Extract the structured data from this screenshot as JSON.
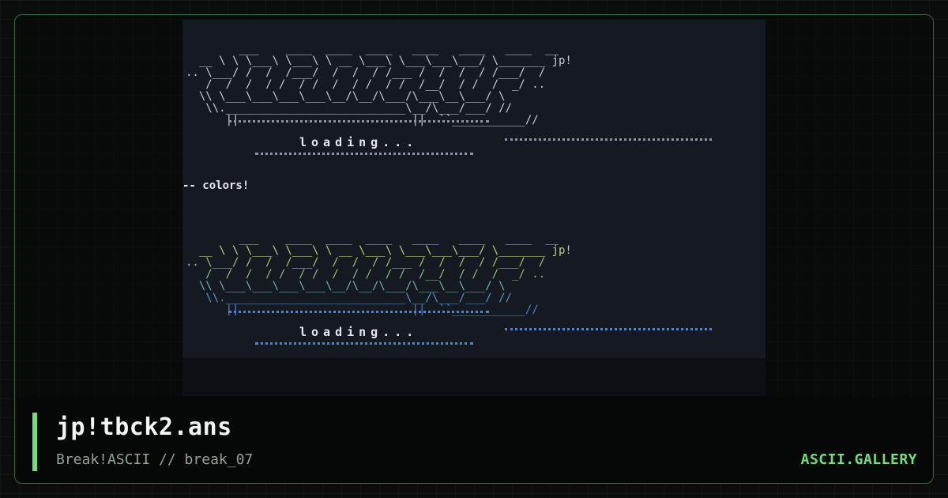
{
  "artwork": {
    "loading_text_top": "loading...",
    "loading_text_bottom": "loading...",
    "colors_note": "-- colors!",
    "tag_top": "jp!",
    "tag_bottom": "jp!",
    "ascii_mono": [
      "        ___    ____  ____  ____   ____   ____   ____  __",
      "  __ \\ \\ \\___\\ \\___\\ \\ __ \\___\\ \\___\\___\\___/ \\_______ jp!",
      ".. \\___/ /  /  /___/  /  /  / /___ /  /  /  / /___/  /",
      "   /  /  /  / /  / /  /  / /  / /  /__/  / /  /  _/ ..",
      "  \\\\ \\___\\___\\___\\___\\__/\\__/\\___/\\___\\__\\___/ \\",
      "   \\\\.___________________________\\__/\\___/___/ //",
      "      ||                          ||  ``___________//"
    ],
    "ascii_color": [
      {
        "text": "        ___    ____  ____  ____   ____   ____   ____  __",
        "color": "#b9c36a"
      },
      {
        "text": "  __ \\ \\ \\___\\ \\___\\ \\ __ \\___\\ \\___\\___\\___/ \\_______ jp!",
        "color": "#c2cc7a"
      },
      {
        "text": ".. \\___/ /  /  /___/  /  /  / /___ /  /  /  / /___/  /",
        "color": "#a6c26d"
      },
      {
        "text": "   /  /  /  / /  / /  /  / /  / /  /__/  / /  /  _/ ..",
        "color": "#8fbf7a"
      },
      {
        "text": "  \\\\ \\___\\___\\___\\___\\__/\\__/\\___/\\___\\__\\___/ \\",
        "color": "#6fb7a0"
      },
      {
        "text": "   \\\\.___________________________\\__/\\___/___/ //",
        "color": "#5c93c9"
      },
      {
        "text": "      ||                          ||  ``___________//",
        "color": "#5a7fd0"
      }
    ]
  },
  "caption": {
    "title": "jp!tbck2.ans",
    "subtitle": "Break!ASCII // break_07",
    "brand": "ASCII.GALLERY"
  },
  "colors": {
    "accent": "#6ee07a",
    "background": "#0b0d0c",
    "art_background": "#151a22"
  }
}
